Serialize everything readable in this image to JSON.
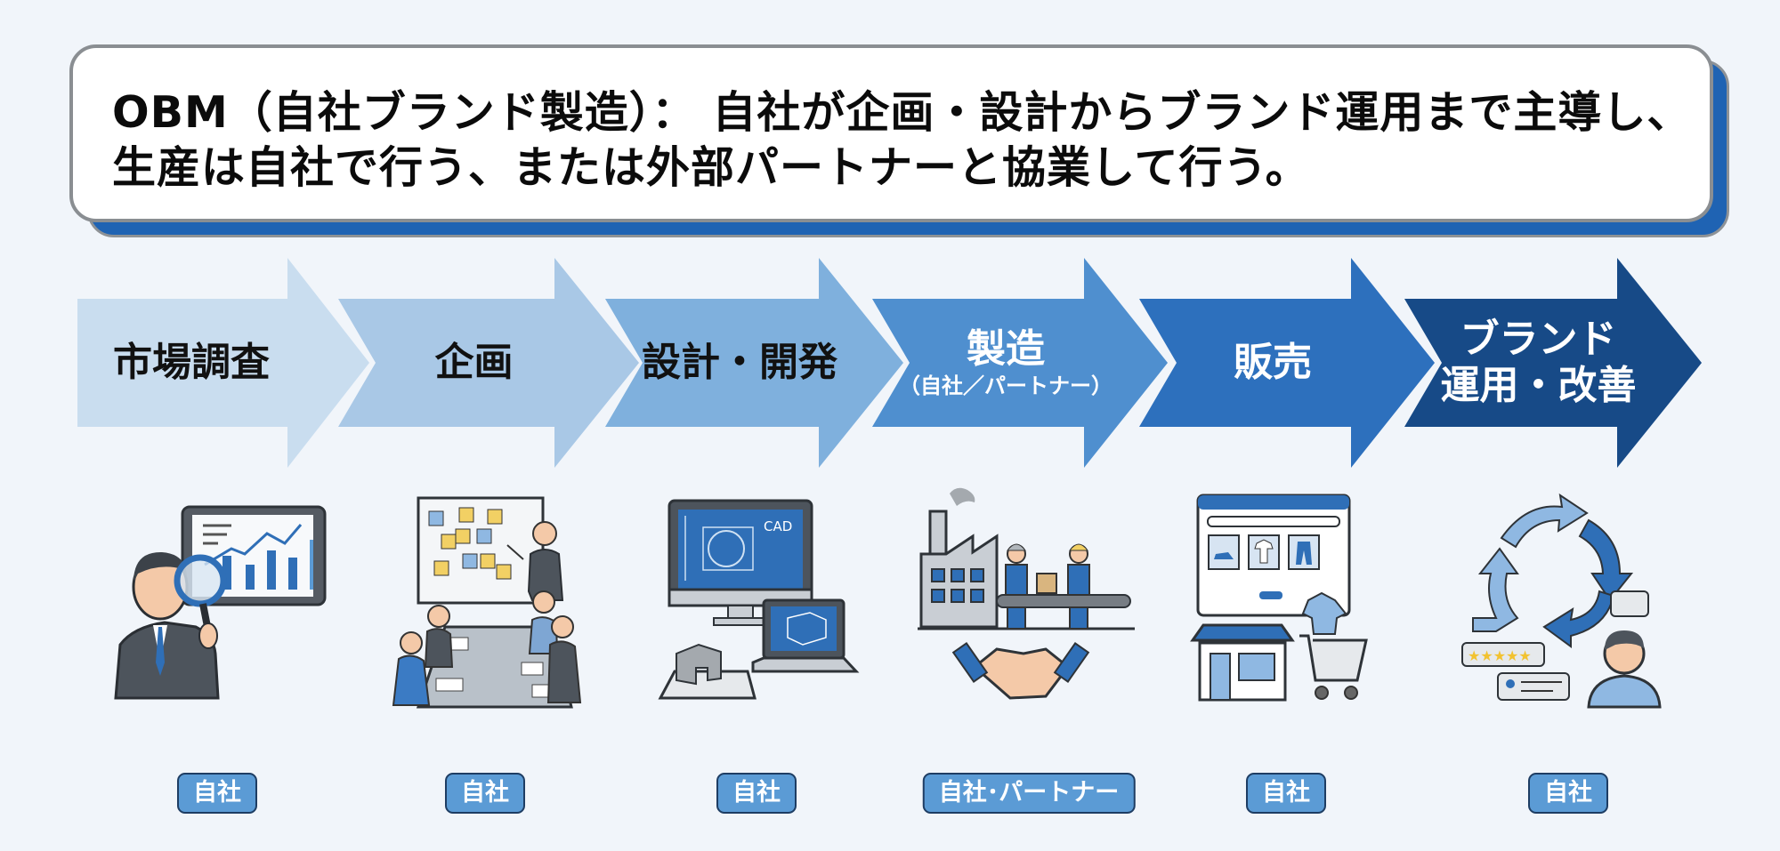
{
  "title": {
    "line1": "OBM（自社ブランド製造）： 自社が企画・設計からブランド運用まで主導し、",
    "line2": "生産は自社で行う、または外部パートナーと協業して行う。"
  },
  "stages": [
    {
      "label": "市場調査",
      "sub": "",
      "color": "#c9ddef",
      "text_color": "#111111",
      "icon": "market-research-icon",
      "badge": "自社"
    },
    {
      "label": "企画",
      "sub": "",
      "color": "#a9c8e6",
      "text_color": "#111111",
      "icon": "planning-meeting-icon",
      "badge": "自社"
    },
    {
      "label": "設計・開発",
      "sub": "",
      "color": "#7fb0dd",
      "text_color": "#111111",
      "icon": "cad-design-icon",
      "badge": "自社"
    },
    {
      "label": "製造",
      "sub": "（自社／パートナー）",
      "color": "#4f8fcf",
      "text_color": "#ffffff",
      "icon": "factory-handshake-icon",
      "badge": "自社･パートナー"
    },
    {
      "label": "販売",
      "sub": "",
      "color": "#2d70bd",
      "text_color": "#ffffff",
      "icon": "ecommerce-store-icon",
      "badge": "自社"
    },
    {
      "label": "ブランド",
      "sub": "運用・改善",
      "color": "#174a87",
      "text_color": "#ffffff",
      "icon": "improvement-cycle-icon",
      "badge": "自社"
    }
  ],
  "illustrations": {
    "cad_text": "CAD"
  },
  "colors": {
    "background": "#f1f5fa",
    "accent": "#1f63b3",
    "badge_bg": "#5b9bd5",
    "badge_border": "#1e3d63"
  }
}
